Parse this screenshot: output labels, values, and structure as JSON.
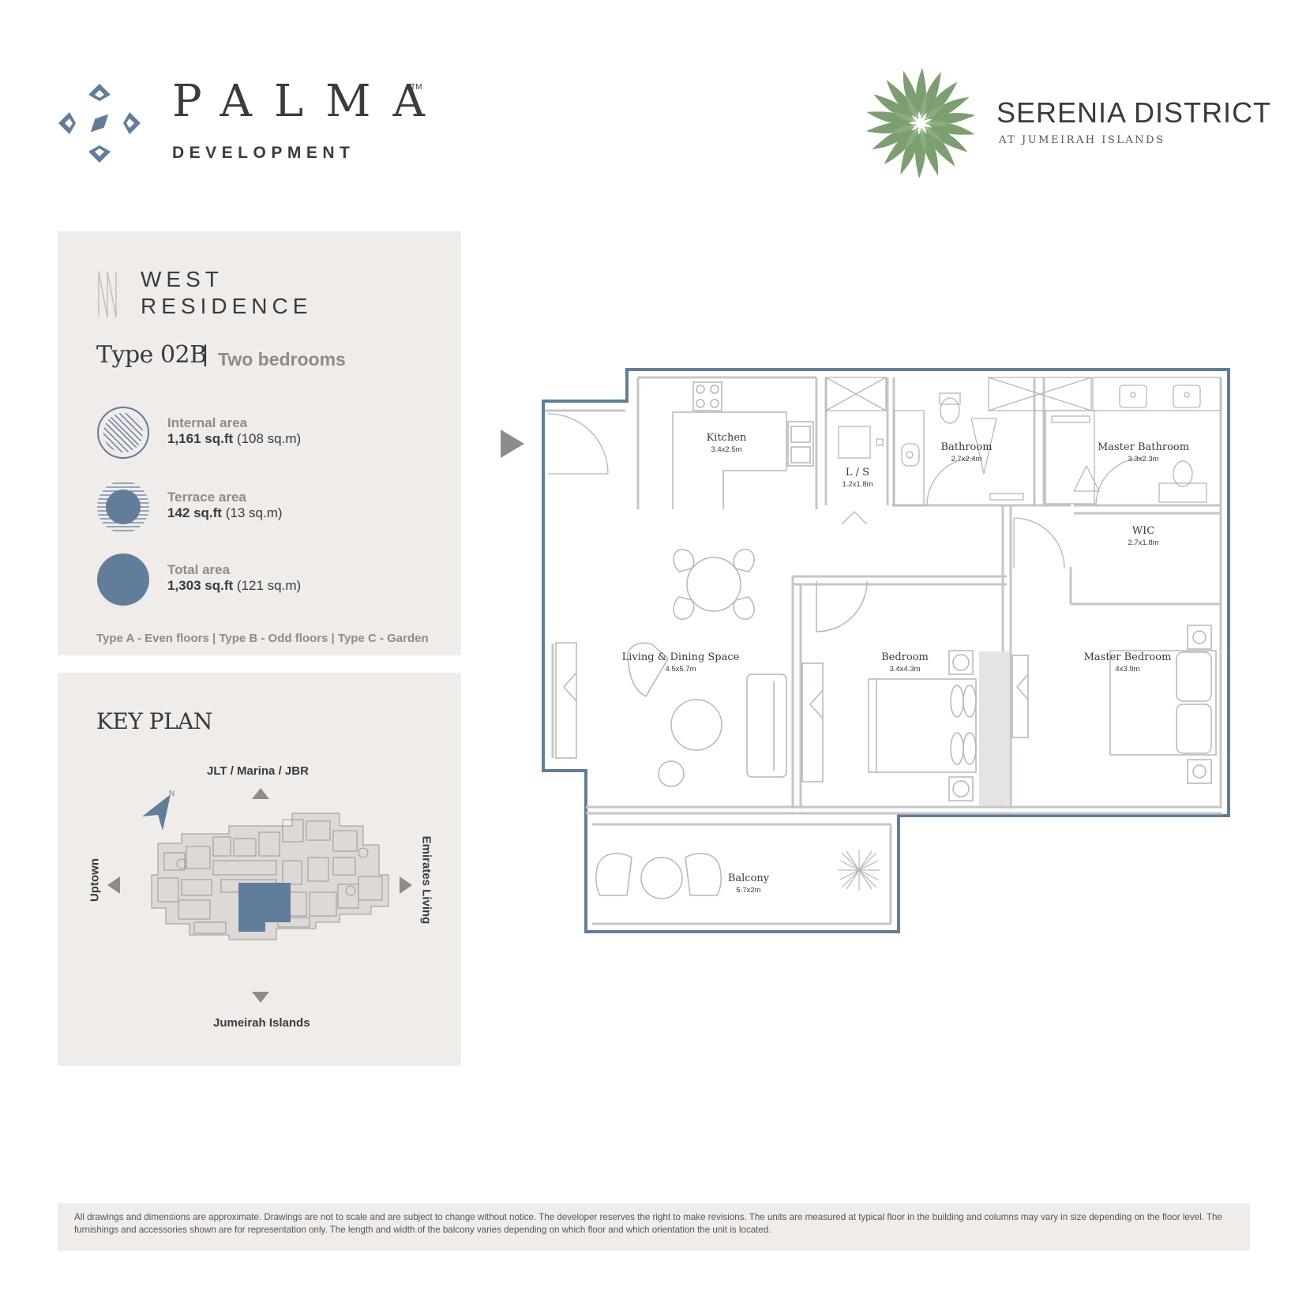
{
  "header": {
    "palma": {
      "word": "PALMA",
      "tm": "TM",
      "sub": "DEVELOPMENT"
    },
    "serenia": {
      "title": "SERENIA DISTRICT",
      "subtitle": "AT JUMEIRAH ISLANDS"
    }
  },
  "unit": {
    "residence_line1": "WEST",
    "residence_line2": "RESIDENCE",
    "type": "Type 02B",
    "separator": "|",
    "bedrooms": "Two bedrooms"
  },
  "areas": [
    {
      "label": "Internal area",
      "value": "1,161 sq.ft",
      "metric": "(108 sq.m)"
    },
    {
      "label": "Terrace area",
      "value": "142 sq.ft",
      "metric": "(13 sq.m)"
    },
    {
      "label": "Total area",
      "value": "1,303 sq.ft",
      "metric": "(121 sq.m)"
    }
  ],
  "legend_note": "Type A - Even floors | Type B - Odd floors | Type C - Garden",
  "key_plan": {
    "title": "KEY PLAN",
    "north": "N",
    "directions": {
      "top": "JLT / Marina / JBR",
      "bottom": "Jumeirah Islands",
      "left": "Uptown",
      "right": "Emirates Living"
    }
  },
  "rooms": [
    {
      "name": "Kitchen",
      "dim": "3.4x2.5m"
    },
    {
      "name": "L / S",
      "dim": "1.2x1.8m"
    },
    {
      "name": "Bathroom",
      "dim": "2.7x2.4m"
    },
    {
      "name": "Master Bathroom",
      "dim": "3.3x2.3m"
    },
    {
      "name": "WIC",
      "dim": "2.7x1.8m"
    },
    {
      "name": "Living & Dining Space",
      "dim": "4.5x5.7m"
    },
    {
      "name": "Bedroom",
      "dim": "3.4x4.3m"
    },
    {
      "name": "Master Bedroom",
      "dim": "4x3.9m"
    },
    {
      "name": "Balcony",
      "dim": "5.7x2m"
    }
  ],
  "colors": {
    "accent_blue": "#627d99",
    "panel_bg": "#efecea",
    "leaf_green": "#6e9461",
    "wall": "#c8c6c3"
  },
  "disclaimer": "All drawings and dimensions are approximate. Drawings are not to scale and are subject to change without notice. The developer reserves the right to make revisions. The units are measured at typical floor in the building and columns may vary in size depending on the floor level. The furnishings and accessories shown are for representation only. The length and width of the balcony varies depending on which floor and which orientation the unit is located."
}
